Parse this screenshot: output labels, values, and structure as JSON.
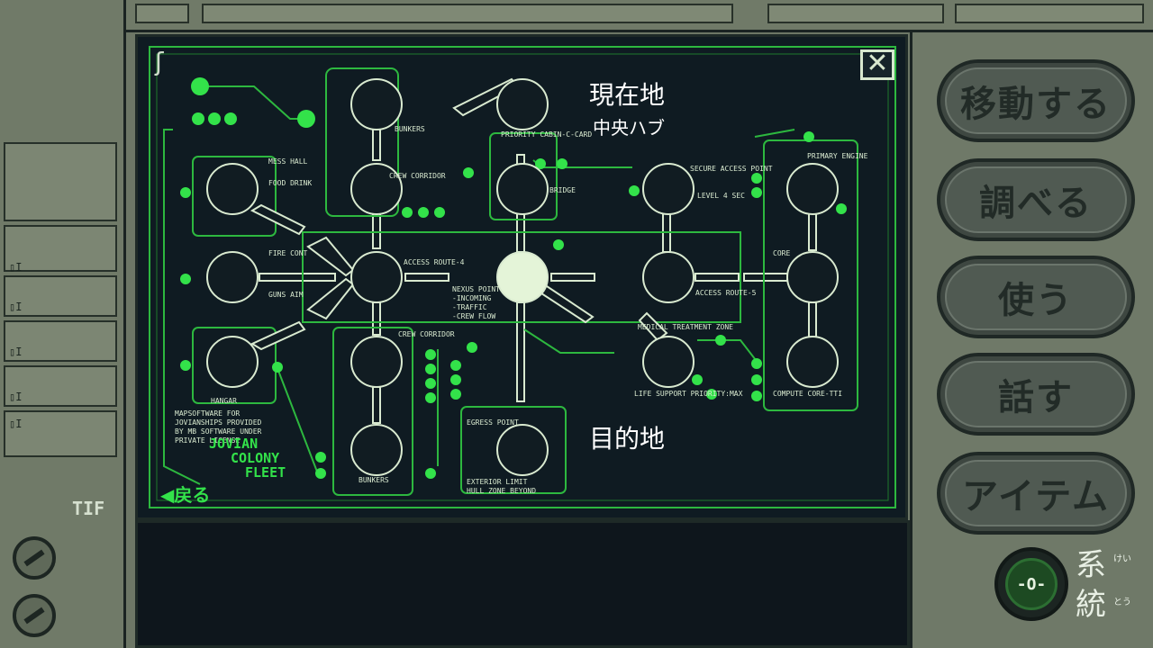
{
  "map": {
    "current_label": "現在地",
    "current_location": "中央ハブ",
    "destination_label": "目的地",
    "back_label": "◀戻る",
    "close_label": "✕",
    "brand_lines": [
      "JOVIAN",
      "COLONY",
      "FLEET"
    ],
    "license_text": [
      "MAPSOFTWARE FOR",
      "JOVIANSHIPS PROVIDED",
      "BY MB SOFTWARE UNDER",
      "PRIVATE LICENSE"
    ],
    "rooms": {
      "bunkers_top": "BUNKERS",
      "priority_cabin": "PRIORITY CABIN-C-CARD",
      "mess_hall": "MESS HALL",
      "food_drink": "FOOD DRINK",
      "crew_corridor_top": "CREW CORRIDOR",
      "bridge": "BRIDGE",
      "secure_access": "SECURE ACCESS POINT",
      "level_sec": "LEVEL 4 SEC",
      "primary_engine": "PRIMARY ENGINE",
      "fire_cont": "FIRE CONT",
      "guns_aim": "GUNS AIM",
      "access_route_4": "ACCESS ROUTE-4",
      "nexus_point": "NEXUS POINT",
      "incoming": "-INCOMING",
      "traffic": "-TRAFFIC",
      "crew_flow": "-CREW FLOW",
      "access_route_5": "ACCESS ROUTE-5",
      "core": "CORE",
      "hangar": "HANGAR",
      "crew_corridor_bottom": "CREW CORRIDOR",
      "medical": "MEDICAL TREATMENT ZONE",
      "life_support": "LIFE SUPPORT PRIORITY:MAX",
      "compute": "COMPUTE CORE-TTI",
      "egress_point": "EGRESS POINT",
      "exterior_limit": "EXTERIOR LIMIT",
      "hull_zone": "HULL ZONE BEYOND",
      "bunkers_bottom": "BUNKERS"
    }
  },
  "commands": [
    "移動する",
    "調べる",
    "使う",
    "話す",
    "アイテム"
  ],
  "system": {
    "button_glyph": "-O-",
    "label_chars": [
      "系",
      "統"
    ],
    "ruby": [
      "けい",
      "とう"
    ]
  },
  "rail_marks": [
    "▯I",
    "▯I",
    "▯I",
    "▯I",
    "▯I"
  ],
  "logo_mark": "TIF",
  "colors": {
    "map_green": "#33e24a",
    "map_line": "#2db83f",
    "node_fill": "#111c22",
    "node_stroke": "#d9ead0",
    "current_fill": "#e4f4d8",
    "panel_gray": "#6f7968"
  }
}
